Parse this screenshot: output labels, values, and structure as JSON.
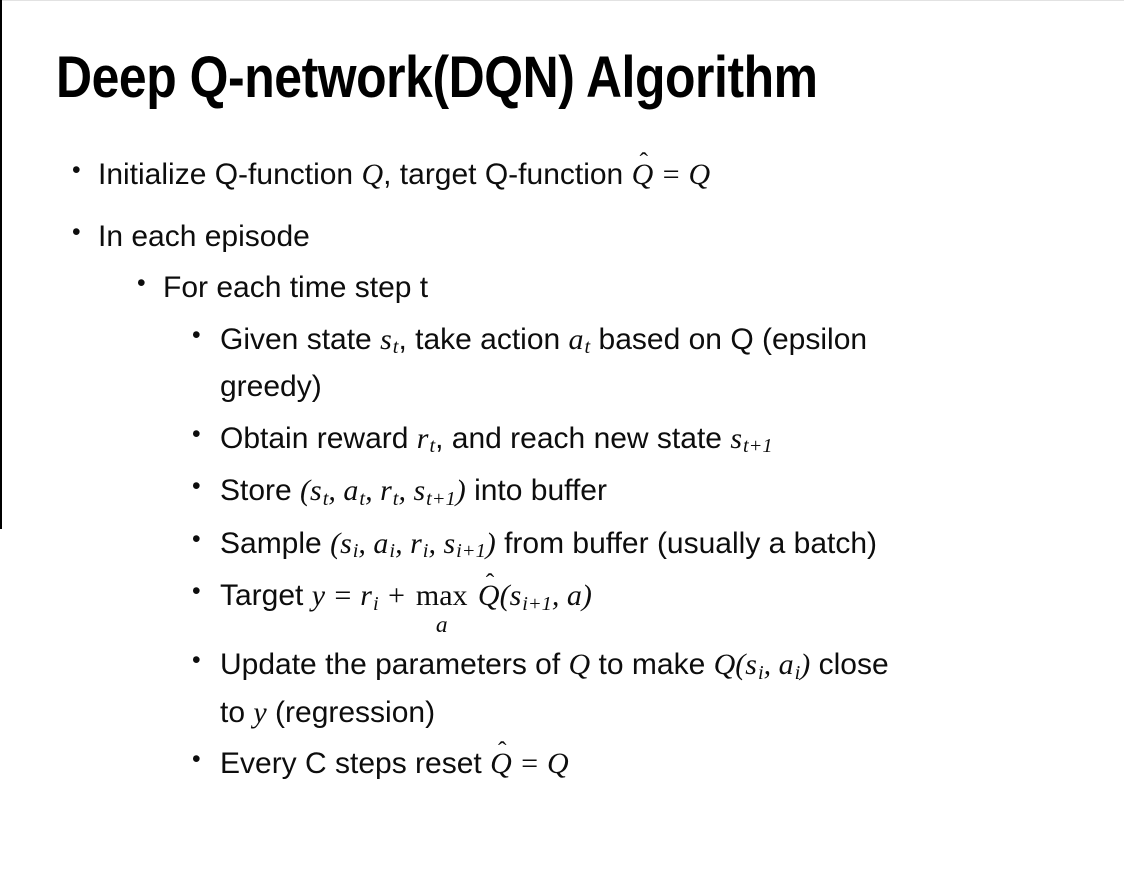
{
  "slide": {
    "title": "Deep Q-network(DQN) Algorithm",
    "bullets": [
      {
        "level": 1,
        "segments": [
          {
            "t": "text",
            "v": "Initialize Q-function "
          },
          {
            "t": "math",
            "v": "Q"
          },
          {
            "t": "text",
            "v": ", target Q-function "
          },
          {
            "t": "mhat",
            "v": "Q"
          },
          {
            "t": "math",
            "v": " = Q"
          }
        ]
      },
      {
        "level": 1,
        "segments": [
          {
            "t": "text",
            "v": "In each episode"
          }
        ]
      },
      {
        "level": 2,
        "segments": [
          {
            "t": "text",
            "v": "For each time step t"
          }
        ]
      },
      {
        "level": 3,
        "segments": [
          {
            "t": "text",
            "v": "Given state "
          },
          {
            "t": "msub",
            "base": "s",
            "sub": "t"
          },
          {
            "t": "text",
            "v": ", take action "
          },
          {
            "t": "msub",
            "base": "a",
            "sub": "t"
          },
          {
            "t": "text",
            "v": " based on Q (epsilon"
          },
          {
            "t": "br"
          },
          {
            "t": "text",
            "v": "greedy)"
          }
        ]
      },
      {
        "level": 3,
        "segments": [
          {
            "t": "text",
            "v": "Obtain reward "
          },
          {
            "t": "msub",
            "base": "r",
            "sub": "t"
          },
          {
            "t": "text",
            "v": ", and reach new state "
          },
          {
            "t": "msub",
            "base": "s",
            "sub": "t+1"
          }
        ]
      },
      {
        "level": 3,
        "segments": [
          {
            "t": "text",
            "v": "Store "
          },
          {
            "t": "math",
            "v": "("
          },
          {
            "t": "msub",
            "base": "s",
            "sub": "t"
          },
          {
            "t": "math",
            "v": ", "
          },
          {
            "t": "msub",
            "base": "a",
            "sub": "t"
          },
          {
            "t": "math",
            "v": ", "
          },
          {
            "t": "msub",
            "base": "r",
            "sub": "t"
          },
          {
            "t": "math",
            "v": ", "
          },
          {
            "t": "msub",
            "base": "s",
            "sub": "t+1"
          },
          {
            "t": "math",
            "v": ")"
          },
          {
            "t": "text",
            "v": " into buffer"
          }
        ]
      },
      {
        "level": 3,
        "segments": [
          {
            "t": "text",
            "v": "Sample "
          },
          {
            "t": "math",
            "v": "("
          },
          {
            "t": "msub",
            "base": "s",
            "sub": "i"
          },
          {
            "t": "math",
            "v": ", "
          },
          {
            "t": "msub",
            "base": "a",
            "sub": "i"
          },
          {
            "t": "math",
            "v": ", "
          },
          {
            "t": "msub",
            "base": "r",
            "sub": "i"
          },
          {
            "t": "math",
            "v": ", "
          },
          {
            "t": "msub",
            "base": "s",
            "sub": "i+1"
          },
          {
            "t": "math",
            "v": ")"
          },
          {
            "t": "text",
            "v": " from buffer (usually a batch)"
          }
        ]
      },
      {
        "level": 3,
        "segments": [
          {
            "t": "text",
            "v": "Target "
          },
          {
            "t": "math",
            "v": "y = "
          },
          {
            "t": "msub",
            "base": "r",
            "sub": "i"
          },
          {
            "t": "math",
            "v": " + "
          },
          {
            "t": "maxu",
            "top": "max",
            "under": "a"
          },
          {
            "t": "text",
            "v": " "
          },
          {
            "t": "mhat",
            "v": "Q"
          },
          {
            "t": "math",
            "v": "("
          },
          {
            "t": "msub",
            "base": "s",
            "sub": "i+1"
          },
          {
            "t": "math",
            "v": ", a)"
          }
        ]
      },
      {
        "level": 3,
        "segments": [
          {
            "t": "text",
            "v": "Update the parameters of "
          },
          {
            "t": "math",
            "v": "Q"
          },
          {
            "t": "text",
            "v": " to make "
          },
          {
            "t": "math",
            "v": "Q("
          },
          {
            "t": "msub",
            "base": "s",
            "sub": "i"
          },
          {
            "t": "math",
            "v": ", "
          },
          {
            "t": "msub",
            "base": "a",
            "sub": "i"
          },
          {
            "t": "math",
            "v": ")"
          },
          {
            "t": "text",
            "v": " close"
          },
          {
            "t": "br"
          },
          {
            "t": "text",
            "v": "to "
          },
          {
            "t": "math",
            "v": "y"
          },
          {
            "t": "text",
            "v": " (regression)"
          }
        ]
      },
      {
        "level": 3,
        "segments": [
          {
            "t": "text",
            "v": "Every C steps reset "
          },
          {
            "t": "mhat",
            "v": "Q"
          },
          {
            "t": "math",
            "v": " = Q"
          }
        ]
      }
    ]
  },
  "colors": {
    "text": "#0d0d0d",
    "title": "#000000",
    "background": "#ffffff",
    "edge_line": "#000000"
  }
}
